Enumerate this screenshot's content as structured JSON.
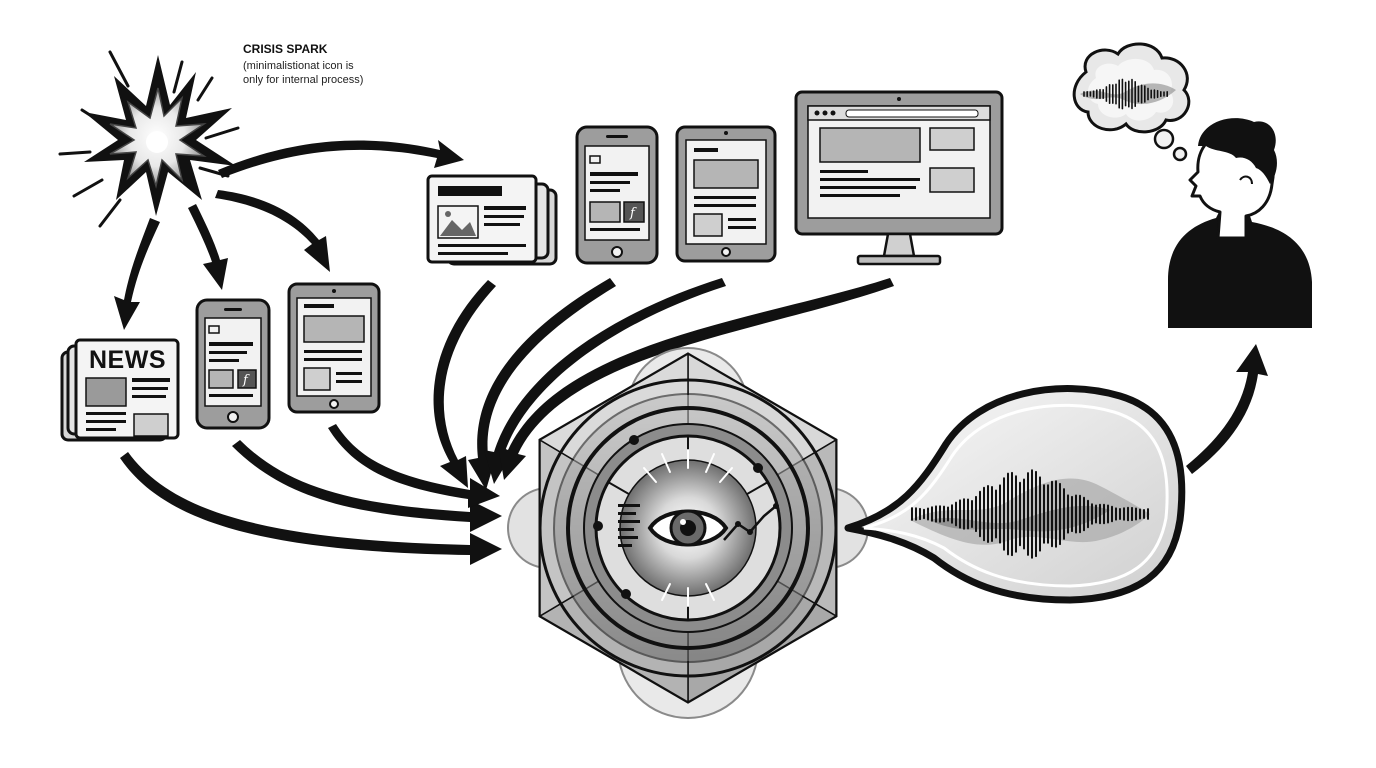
{
  "spark": {
    "title": "CRISIS SPARK",
    "note_line1": "(minimalistionat icon is",
    "note_line2": "only for internal process)",
    "icon": "starburst-icon"
  },
  "sources_near": {
    "newspaper_label": "NEWS",
    "social_badge": "f",
    "icons": [
      "newspaper-icon",
      "smartphone-icon",
      "tablet-icon"
    ]
  },
  "sources_far": {
    "social_badge": "f",
    "icons": [
      "newspaper-icon",
      "smartphone-icon",
      "tablet-icon",
      "desktop-monitor-icon"
    ]
  },
  "center": {
    "icon": "eye-in-hexagon-processor-icon"
  },
  "output": {
    "icon": "speech-bubble-waveform-icon"
  },
  "person": {
    "icons": [
      "person-silhouette-icon",
      "thought-bubble-waveform-icon"
    ]
  },
  "colors": {
    "ink": "#111111",
    "mid_gray": "#8a8a8a",
    "light_gray": "#cfcfcf",
    "paper": "#f2f2f2"
  }
}
